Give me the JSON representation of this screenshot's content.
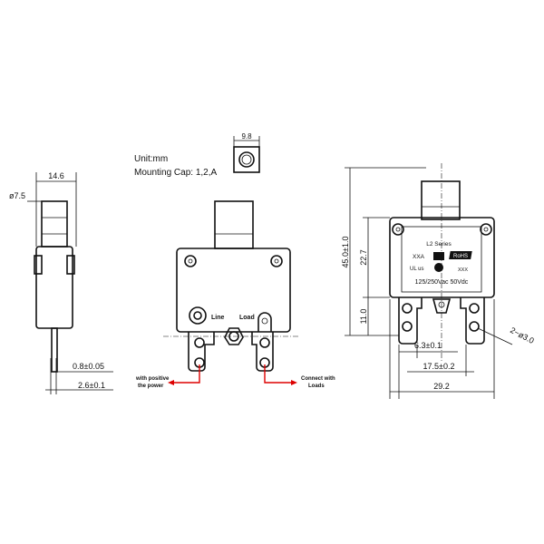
{
  "notes": {
    "unit": "Unit:mm",
    "mounting_cap": "Mounting Cap: 1,2,A"
  },
  "side_view": {
    "width_dim": "14.6",
    "button_dia": "ø7.5",
    "terminal_thickness": "0.8±0.05",
    "terminal_offset": "2.6±0.1"
  },
  "top_view": {
    "width_dim": "9.8"
  },
  "front_view": {
    "line_label": "Line",
    "load_label": "Load",
    "callout_left": [
      "with positive",
      "the power"
    ],
    "callout_right": [
      "Connect with",
      "Loads"
    ],
    "callout_color": "#d00000"
  },
  "right_view": {
    "label_series": "L2 Series",
    "label_model": "XXA",
    "label_rohs": "RoHS",
    "label_ul": "UL us",
    "label_rating_mark": "XXX",
    "label_rating": "125/250Vac  50Vdc",
    "height_total": "45.0±1.0",
    "height_body": "22.7",
    "height_terminal": "11.0",
    "terminal_width": "6.3±0.1",
    "terminal_spacing": "17.5±0.2",
    "body_width": "29.2",
    "hole_dia": "2−ø3.0"
  }
}
